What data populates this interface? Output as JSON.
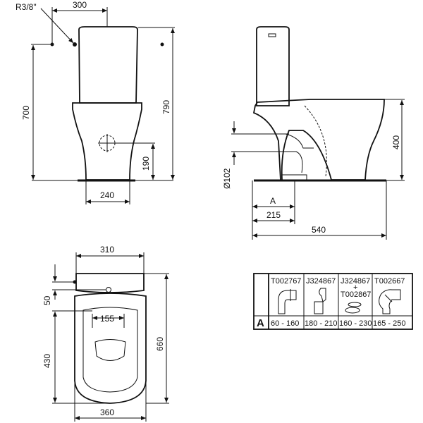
{
  "front_view": {
    "inlet_label": "R3/8\"",
    "dim_width_tank": "300",
    "dim_inlet_height": "700",
    "dim_total_height": "790",
    "dim_outlet_height": "190",
    "dim_base_width": "240"
  },
  "side_view": {
    "dim_outlet_diameter": "Ø102",
    "dim_bowl_height": "400",
    "dim_a": "A",
    "dim_outlet_distance": "215",
    "dim_depth": "540"
  },
  "top_view": {
    "dim_tank_width": "310",
    "dim_inlet_offset": "50",
    "dim_fixing_spacing": "155",
    "dim_seat_length": "430",
    "dim_total_length": "660",
    "dim_bowl_width": "360"
  },
  "connector_table": {
    "row_label": "A",
    "columns": [
      {
        "code": "T002767",
        "code2": "",
        "range": "60 - 160"
      },
      {
        "code": "J324867",
        "code2": "",
        "range": "180 - 210"
      },
      {
        "code": "J324867",
        "plus": "+",
        "code2": "T002867",
        "range": "160 - 230"
      },
      {
        "code": "T002667",
        "code2": "",
        "range": "165 - 250"
      }
    ]
  }
}
